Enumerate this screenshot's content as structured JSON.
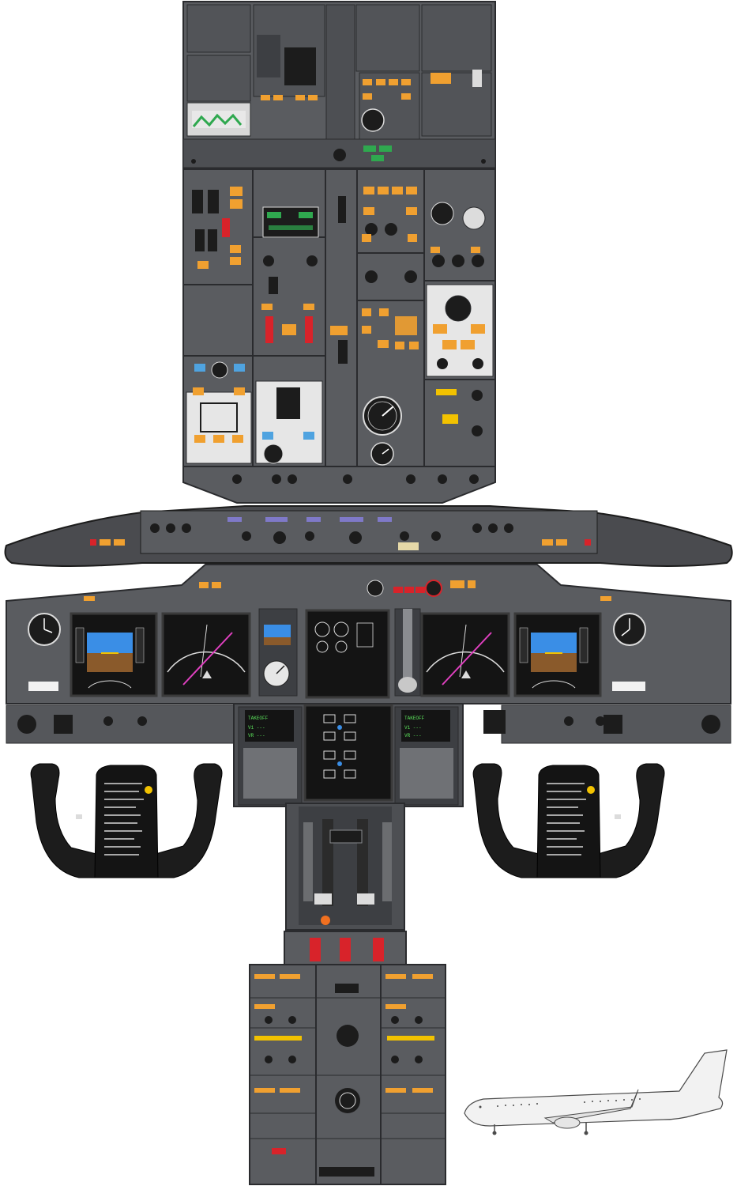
{
  "image": {
    "subject": "cockpit-panel-poster",
    "printed_text": []
  },
  "colors": {
    "panel": "#5a5c60",
    "panel_dark": "#3d3f43",
    "panel_edge": "#2a2b2e",
    "switch_orange": "#f0a030",
    "annunciator_green": "#2fa84f",
    "annunciator_amber": "#f2c200",
    "warning_red": "#d8232a",
    "attitude_sky": "#3a8ee6",
    "attitude_ground": "#8a5a2b",
    "display_black": "#141414",
    "cdu_green": "#5ae05a",
    "magenta_route": "#e040c0",
    "yoke_black": "#1c1c1c",
    "airplane_white": "#f2f2f2"
  },
  "sections": [
    {
      "id": "overhead-aft",
      "label": ""
    },
    {
      "id": "overhead-forward",
      "label": ""
    },
    {
      "id": "glareshield-mcp",
      "label": ""
    },
    {
      "id": "main-instrument-panel",
      "label": ""
    },
    {
      "id": "captain-yoke",
      "label": ""
    },
    {
      "id": "first-officer-yoke",
      "label": ""
    },
    {
      "id": "throttle-quadrant",
      "label": ""
    },
    {
      "id": "aft-pedestal",
      "label": ""
    },
    {
      "id": "airplane-side-view",
      "label": ""
    }
  ],
  "icons": [
    "gear-lever-icon",
    "standby-attitude-icon",
    "clock-icon",
    "fire-handle-icon",
    "airplane-icon"
  ]
}
